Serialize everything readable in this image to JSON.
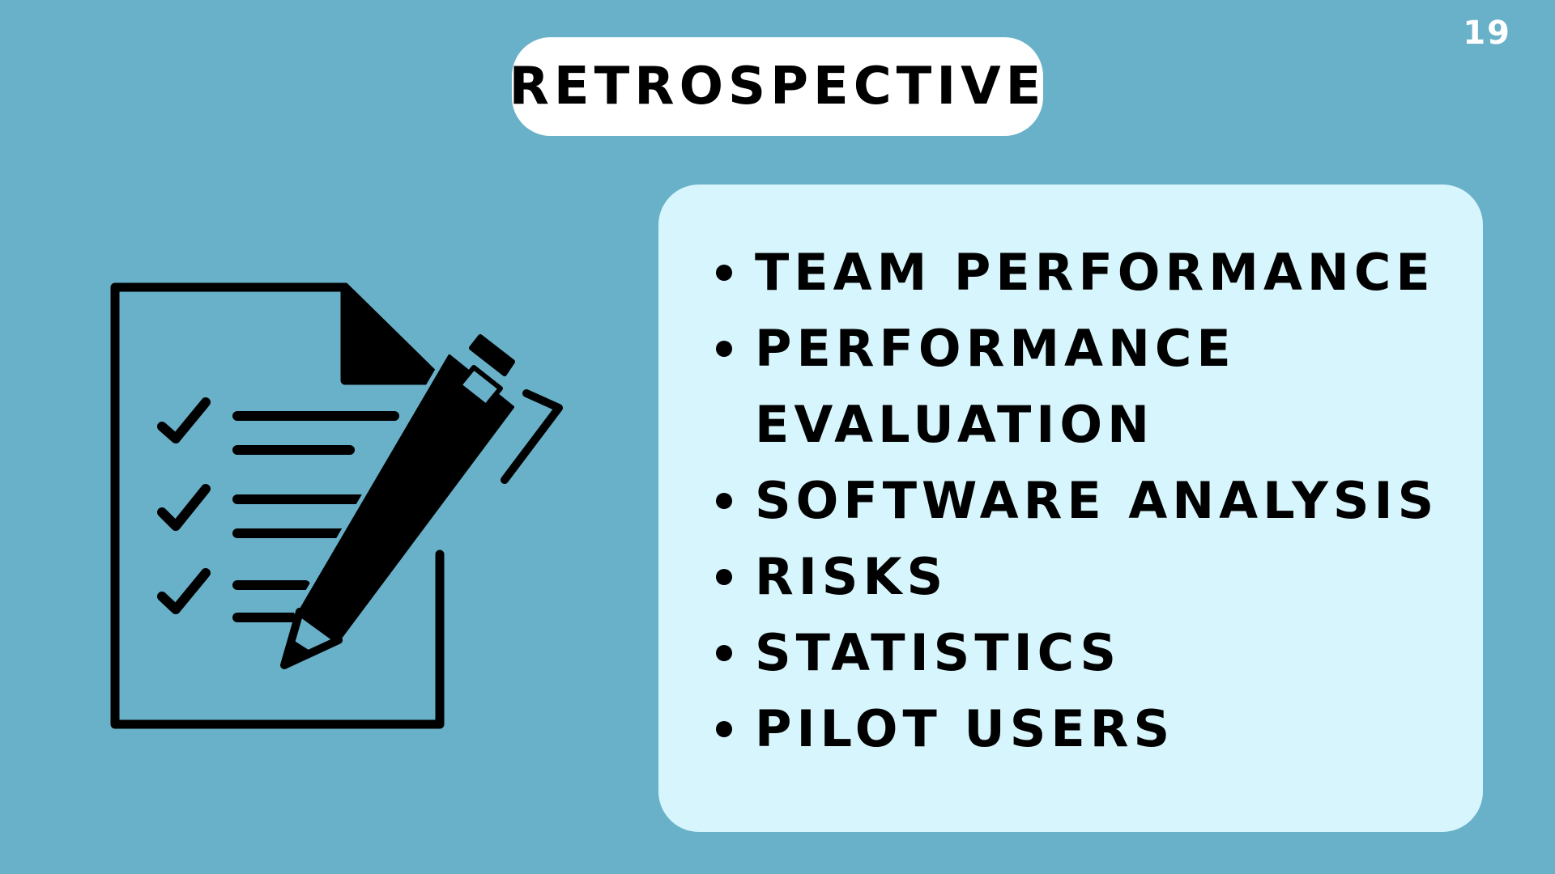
{
  "slide": {
    "title": "RETROSPECTIVE",
    "page_number": "19",
    "background_color": "#69b1c9",
    "card_color": "#d7f5fc"
  },
  "illustration": {
    "icon": "checklist-with-pen-icon"
  },
  "agenda": {
    "items": [
      {
        "label": "TEAM PERFORMANCE"
      },
      {
        "label": "PERFORMANCE EVALUATION"
      },
      {
        "label": "SOFTWARE ANALYSIS"
      },
      {
        "label": "RISKS"
      },
      {
        "label": "STATISTICS"
      },
      {
        "label": "PILOT USERS"
      }
    ]
  }
}
